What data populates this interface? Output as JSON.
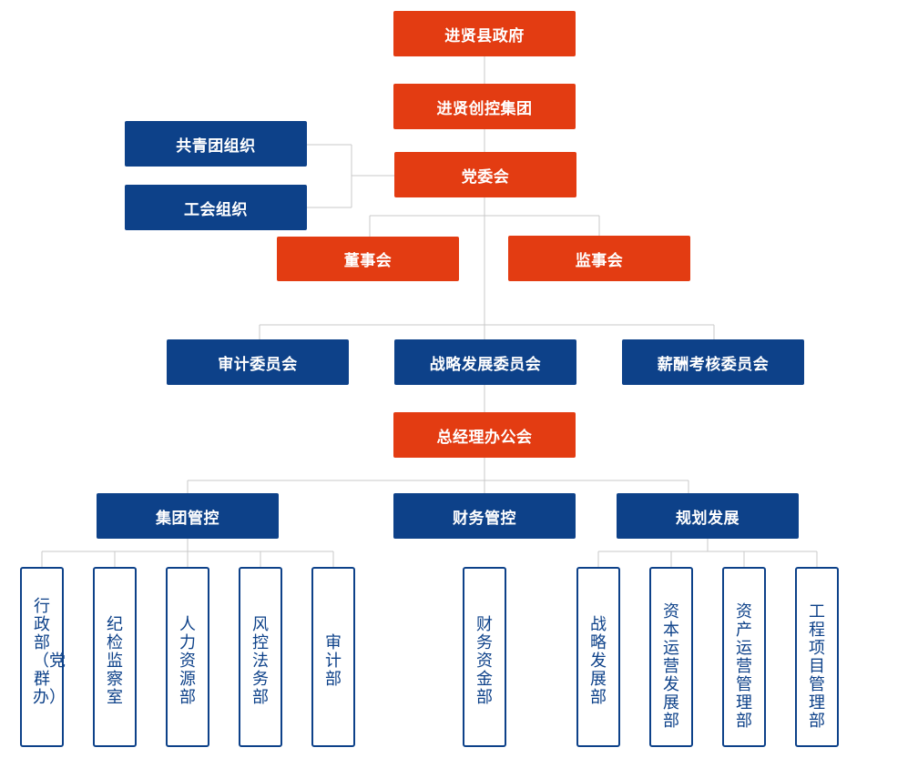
{
  "top": {
    "government": "进贤县政府",
    "group": "进贤创控集团",
    "party": "党委会",
    "youth_league": "共青团组织",
    "union": "工会组织",
    "board": "董事会",
    "supervisors": "监事会"
  },
  "committees": {
    "audit": "审计委员会",
    "strategy": "战略发展委员会",
    "compensation": "薪酬考核委员会"
  },
  "gm_office": "总经理办公会",
  "divisions": {
    "group_control": "集团管控",
    "finance_control": "财务管控",
    "planning": "规划发展"
  },
  "departments": {
    "admin": "行政部（党群办）",
    "discipline": "纪检监察室",
    "hr": "人力资源部",
    "risk": "风控法务部",
    "audit": "审计部",
    "finance_funds": "财务资金部",
    "strategy_dev": "战略发展部",
    "capital_ops": "资本运营发展部",
    "asset_ops": "资产运营管理部",
    "engineering": "工程项目管理部"
  },
  "colors": {
    "red": "#e33c12",
    "blue": "#0d4189",
    "line": "#c8c8c8"
  }
}
